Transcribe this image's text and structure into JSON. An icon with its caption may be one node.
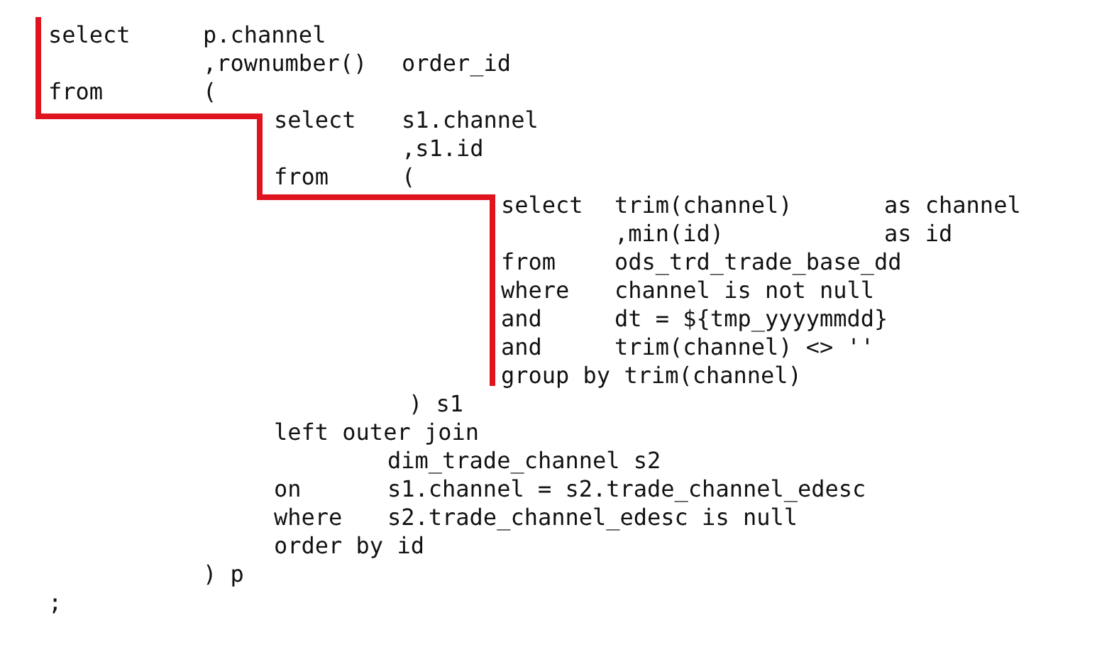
{
  "diagram": {
    "labels": [
      "select",
      "p.channel",
      ",rownumber()",
      "order_id",
      "from",
      "(",
      "select",
      "s1.channel",
      ",s1.id",
      "from",
      "(",
      "select",
      "trim(channel)",
      "as channel",
      ",min(id)",
      "as id",
      "from",
      "ods_trd_trade_base_dd",
      "where",
      "channel is not null",
      "and",
      "dt = ${tmp_yyyymmdd}",
      "and",
      "trim(channel) <> ''",
      "group by trim(channel)",
      ") s1",
      "left outer join",
      "dim_trade_channel s2",
      "on",
      "s1.channel = s2.trade_channel_edesc",
      "where",
      "s2.trade_channel_edesc is null",
      "order by id",
      ") p",
      ";"
    ]
  }
}
